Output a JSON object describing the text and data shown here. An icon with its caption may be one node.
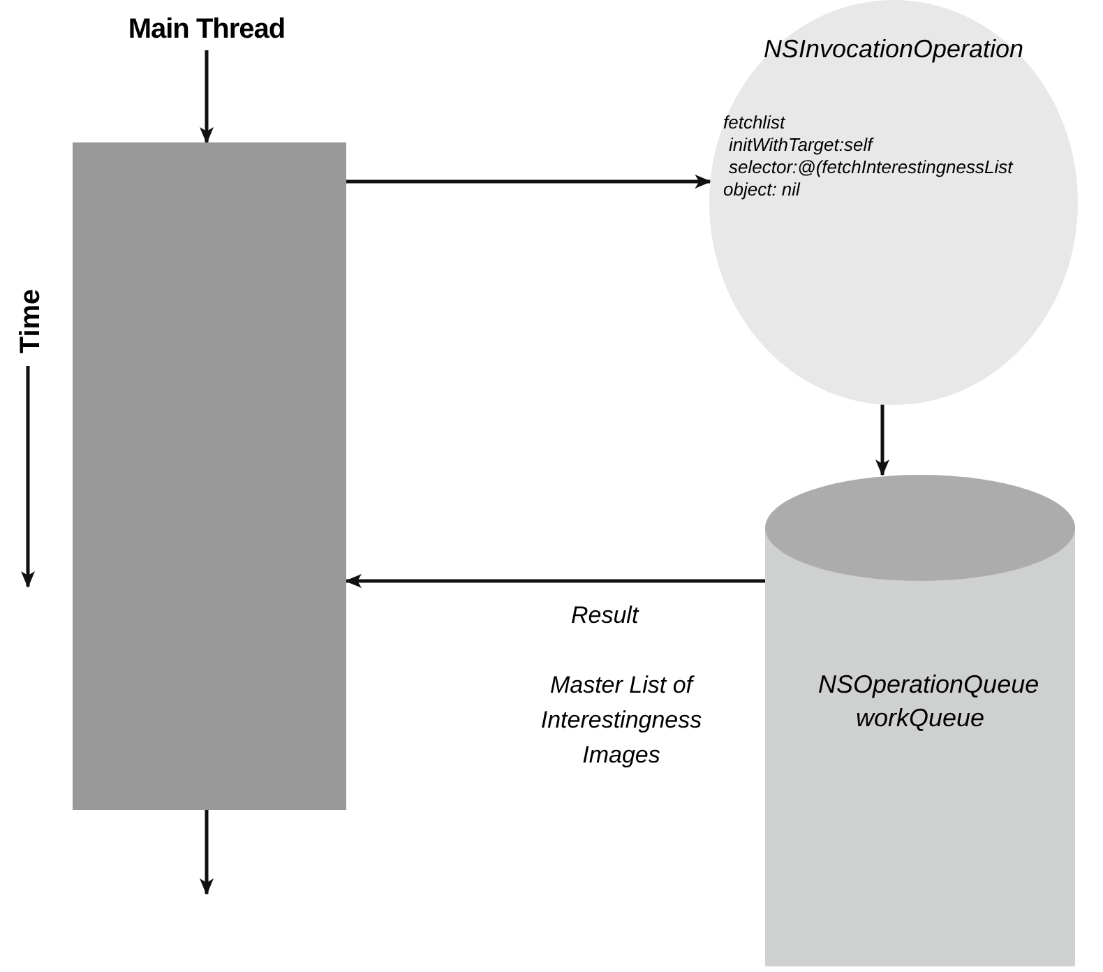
{
  "diagram": {
    "nodes": [
      {
        "text": [
          "Main Thread"
        ]
      },
      {
        "text": [],
        "shape": "box"
      },
      {
        "text": [
          "NSInvocationOperation",
          "fetchlist",
          "initWithTarget:self",
          "selector:@(fetchInterestingnessList",
          "object: nil"
        ]
      },
      {
        "text": [
          "NSOperationQueue workQueue"
        ]
      }
    ],
    "edges": [
      {
        "from": 0,
        "to": 1,
        "arrow": "to"
      },
      {
        "from": 1,
        "to": 2,
        "arrow": "to"
      },
      {
        "from": 2,
        "to": 3,
        "arrow": "to"
      },
      {
        "from": 3,
        "to": 1,
        "arrow": "to",
        "label": "Result"
      },
      {
        "from": 1,
        "to": null,
        "arrow": "to"
      }
    ],
    "labels": [
      "Time",
      "Master List of Interestingness Images"
    ]
  }
}
